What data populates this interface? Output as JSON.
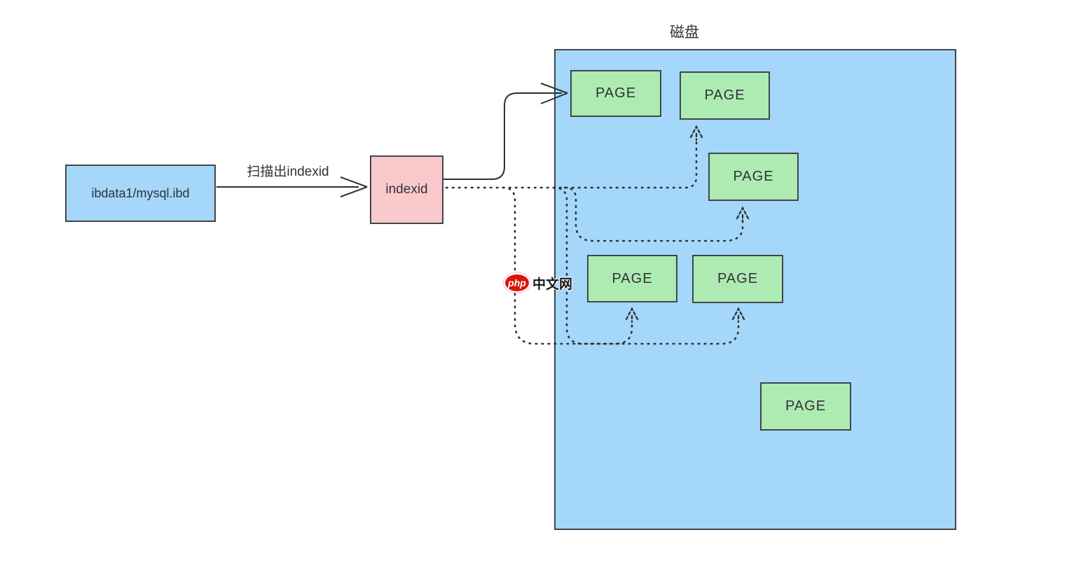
{
  "diagram": {
    "source_box": {
      "label": "ibdata1/mysql.ibd"
    },
    "scan_arrow": {
      "label": "扫描出indexid"
    },
    "indexid_box": {
      "label": "indexid"
    },
    "disk": {
      "title": "磁盘",
      "pages": [
        {
          "label": "PAGE"
        },
        {
          "label": "PAGE"
        },
        {
          "label": "PAGE"
        },
        {
          "label": "PAGE"
        },
        {
          "label": "PAGE"
        },
        {
          "label": "PAGE"
        }
      ]
    },
    "watermark": {
      "badge": "php",
      "text": "中文网"
    },
    "colors": {
      "disk_fill": "#a4d7fa",
      "page_fill": "#aeebb2",
      "source_fill": "#a4d7fa",
      "indexid_fill": "#f9c9cb",
      "border": "#40464b",
      "line": "#2c3033",
      "text": "#2e3338",
      "watermark_red": "#dd1509"
    }
  }
}
